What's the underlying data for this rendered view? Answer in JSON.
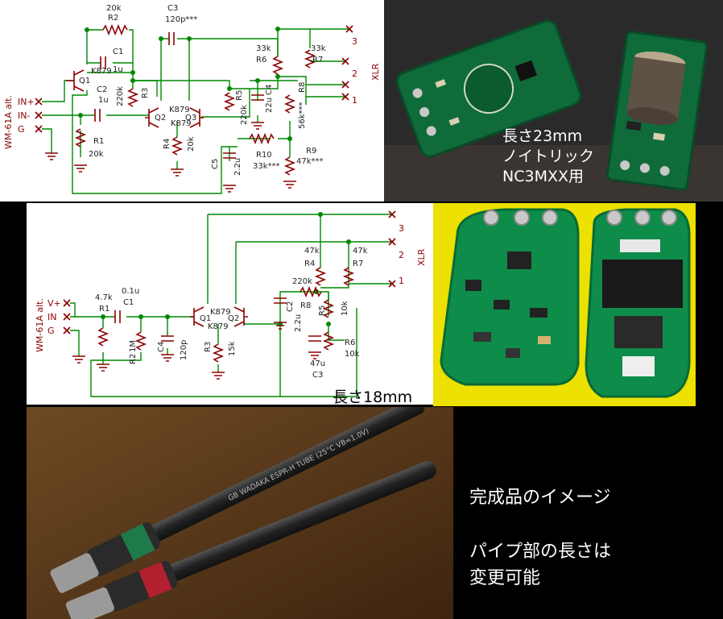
{
  "schematic_1": {
    "title": "WM-61A alt.",
    "pins": [
      "IN+",
      "IN-",
      "G"
    ],
    "xlr": {
      "label": "XLR",
      "pins": [
        "3",
        "2",
        "1"
      ]
    },
    "components": [
      {
        "ref": "R2",
        "value": "20k"
      },
      {
        "ref": "C3",
        "value": "120p***"
      },
      {
        "ref": "Q1",
        "value": "K879"
      },
      {
        "ref": "C1",
        "value": "1u"
      },
      {
        "ref": "C2",
        "value": "1u"
      },
      {
        "ref": "R3",
        "value": "220k"
      },
      {
        "ref": "Q2",
        "value": "K879"
      },
      {
        "ref": "Q3",
        "value": "K879"
      },
      {
        "ref": "R5",
        "value": "220k"
      },
      {
        "ref": "R6",
        "value": "33k"
      },
      {
        "ref": "R7",
        "value": "33k"
      },
      {
        "ref": "C4",
        "value": "22u"
      },
      {
        "ref": "R8",
        "value": "56k***"
      },
      {
        "ref": "R1",
        "value": "20k"
      },
      {
        "ref": "R4",
        "value": "20k"
      },
      {
        "ref": "R10",
        "value": "33k***"
      },
      {
        "ref": "R9",
        "value": "47k***"
      },
      {
        "ref": "C5",
        "value": "2.2u"
      }
    ]
  },
  "photo_1": {
    "caption_lines": [
      "長さ23mm",
      "ノイトリック",
      "NC3MXX用"
    ]
  },
  "schematic_2": {
    "title": "WM-61A alt.",
    "pins": [
      "V+",
      "IN",
      "G"
    ],
    "xlr": {
      "label": "XLR",
      "pins": [
        "3",
        "2",
        "1"
      ]
    },
    "components": [
      {
        "ref": "R1",
        "value": "4.7k"
      },
      {
        "ref": "C1",
        "value": "0.1u"
      },
      {
        "ref": "Q1",
        "value": "K879"
      },
      {
        "ref": "Q2",
        "value": "K879"
      },
      {
        "ref": "R4",
        "value": "47k"
      },
      {
        "ref": "R7",
        "value": "47k"
      },
      {
        "ref": "R8",
        "value": "220k"
      },
      {
        "ref": "C2",
        "value": "2.2u"
      },
      {
        "ref": "R5",
        "value": "10k"
      },
      {
        "ref": "R6",
        "value": "10k"
      },
      {
        "ref": "C3",
        "value": "47u"
      },
      {
        "ref": "R2",
        "value": "1M"
      },
      {
        "ref": "C4",
        "value": "120p"
      },
      {
        "ref": "R3",
        "value": "15k"
      }
    ],
    "length_note": "長さ18mm"
  },
  "photo_3": {
    "tube_text": "GB WADAKA ESPR-H TUBE (25°C VB=1.0V)"
  },
  "caption": {
    "line1": "完成品のイメージ",
    "line2": "パイプ部の長さは",
    "line3": "変更可能"
  }
}
